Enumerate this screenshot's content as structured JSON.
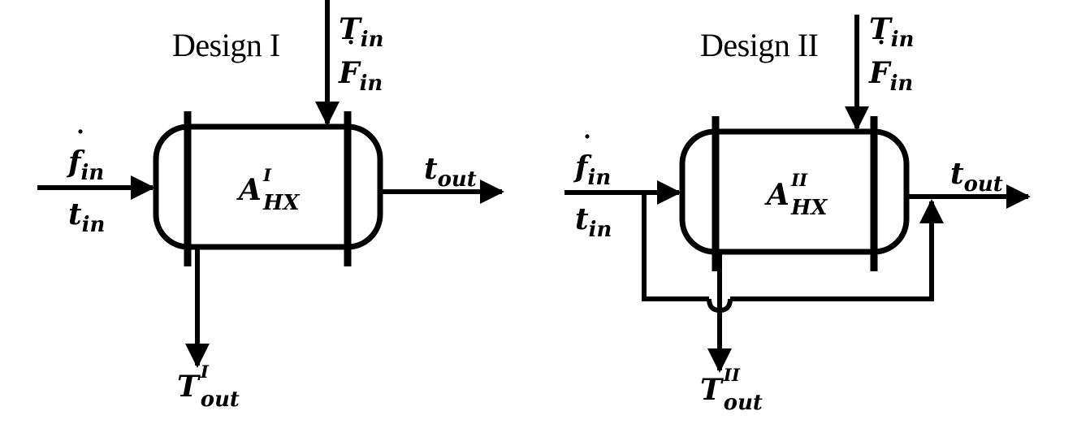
{
  "design1": {
    "title": "Design I",
    "top_inlet": {
      "T_sym": "T",
      "T_sub": "in",
      "F_sym": "F",
      "F_sub": "in"
    },
    "left_inlet": {
      "f_sym": "f",
      "f_sub": "in",
      "t_sym": "t",
      "t_sub": "in"
    },
    "outlet_right": {
      "sym": "t",
      "sub": "out"
    },
    "area": {
      "sym": "A",
      "sup": "I",
      "sub": "HX"
    },
    "outlet_bottom": {
      "sym": "T",
      "sup": "I",
      "sub": "out"
    }
  },
  "design2": {
    "title": "Design II",
    "top_inlet": {
      "T_sym": "T",
      "T_sub": "in",
      "F_sym": "F",
      "F_sub": "in"
    },
    "left_inlet": {
      "f_sym": "f",
      "f_sub": "in",
      "t_sym": "t",
      "t_sub": "in"
    },
    "outlet_right": {
      "sym": "t",
      "sub": "out"
    },
    "area": {
      "sym": "A",
      "sup": "II",
      "sub": "HX"
    },
    "outlet_bottom": {
      "sym": "T",
      "sup": "II",
      "sub": "out"
    }
  }
}
